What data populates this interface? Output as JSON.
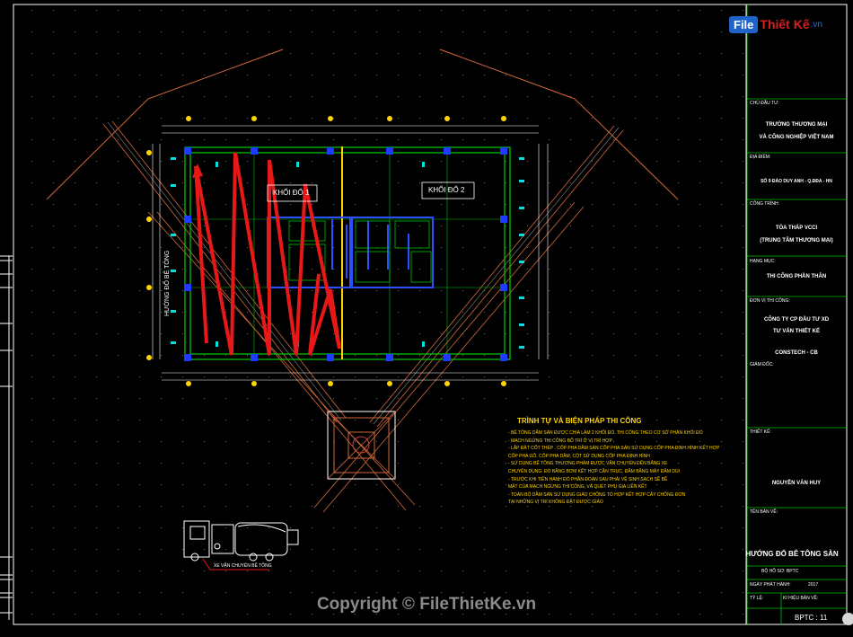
{
  "watermark": {
    "logo_box": "File",
    "logo_rest": "Thiết Kế",
    "logo_domain": ".vn",
    "copyright": "Copyright © FileThietKe.vn"
  },
  "drawing": {
    "zone1_label": "KHỐI ĐỔ 1",
    "zone2_label": "KHỐI ĐỔ 2",
    "pour_direction": "HƯỚNG ĐỔ BÊ TÔNG",
    "truck_label": "XE VẬN CHUYỂN BÊ TÔNG"
  },
  "notes": {
    "title": "TRÌNH TỰ VÀ BIỆN PHÁP THI CÔNG",
    "lines": [
      "- BÊ TÔNG DẦM SÀN ĐƯỢC CHIA LÀM 2 KHỐI ĐỔ. THI CÔNG THEO CƠ SỞ PHÂN KHỐI ĐỔ",
      "- MẠCH NGỪNG THI CÔNG BỐ TRÍ Ở VỊ TRÍ HỢP",
      "- LẮP ĐẶT CỐT THÉP , CỐP PHA DẦM SÀN CỐP PHA SÀN SỬ DỤNG CỐP PHA ĐỊNH HÌNH KẾT HỢP",
      "CỐP PHA GỖ. CỐP PHA DẦM, CỘT SỬ DỤNG CỐP PHA ĐỊNH HÌNH",
      "- SỬ DỤNG BÊ TÔNG THƯƠNG PHẨM ĐƯỢC VẬN CHUYỂN ĐẾN BẰNG XE",
      "CHUYÊN DỤNG. ĐỔ BẰNG BƠM KẾT HỢP CẦN TRỤC, ĐẦM BẰNG MÁY ĐẦM DÙI",
      "- TRƯỚC KHI TIẾN HÀNH ĐỔ PHẦN ĐOẠN SAU PHẢI VỆ SINH SẠCH SẼ BỀ",
      "MẶT CỦA MẠCH NGỪNG THI CÔNG, VÀ QUÉT PHỤ GIA LIÊN KẾT",
      "- TOÀN BỘ DẦM SÀN SỬ DỤNG GIÁO CHỐNG TỔ HỢP KẾT HỢP CÂY CHỐNG ĐƠN",
      "TẠI NHỮNG VỊ TRÍ KHÔNG ĐẶT ĐƯỢC GIÁO"
    ]
  },
  "title_block": {
    "owner_label": "CHỦ ĐẦU TƯ:",
    "owner_line1": "TRƯỜNG THƯƠNG MẠI",
    "owner_line2": "VÀ CÔNG NGHIỆP VIỆT NAM",
    "location_label": "ĐỊA ĐIỂM:",
    "location": "SỐ 9 ĐÀO DUY ANH - Q.ĐĐA - HN",
    "project_label": "CÔNG TRÌNH:",
    "project_line1": "TÒA THÁP VCCI",
    "project_line2": "(TRUNG TÂM THƯƠNG MẠI)",
    "item_label": "HẠNG MỤC:",
    "item": "THI CÔNG PHẦN THÂN",
    "unit_label": "ĐƠN VỊ THI CÔNG:",
    "unit_line1": "CÔNG TY CP ĐẦU TƯ XD",
    "unit_line2": "TƯ VẤN THIẾT KẾ",
    "unit_line3": "CONSTECH - CB",
    "director_label": "GIÁM ĐỐC:",
    "designer_label": "THIẾT KẾ:",
    "designer": "NGUYỄN VĂN HUY",
    "sheet_label": "TÊN BẢN VẼ:",
    "sheet_title": "HƯỚNG ĐỔ BÊ TÔNG SÀN",
    "code_label": "BỘ HỒ SƠ: BPTC",
    "date_label": "NGÀY PHÁT HÀNH:",
    "date": "2017",
    "scale_label": "TỶ LỆ:",
    "sheet_no_label": "KÍ HIỆU BẢN VẼ:",
    "sheet_no": "BPTC : 11"
  }
}
